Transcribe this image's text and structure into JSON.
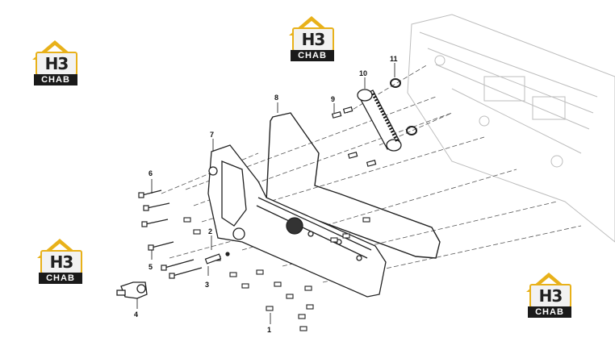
{
  "logo": {
    "mark": "H3",
    "strap": "CHAB"
  },
  "callouts": {
    "c1": "1",
    "c2": "2",
    "c3": "3",
    "c4": "4",
    "c5": "5",
    "c6": "6",
    "c7": "7",
    "c8": "8",
    "c9": "9",
    "c10": "10",
    "c11": "11"
  },
  "colors": {
    "logo_yellow": "#e8b11a",
    "logo_dark": "#1a1a1a",
    "line": "#222222"
  }
}
